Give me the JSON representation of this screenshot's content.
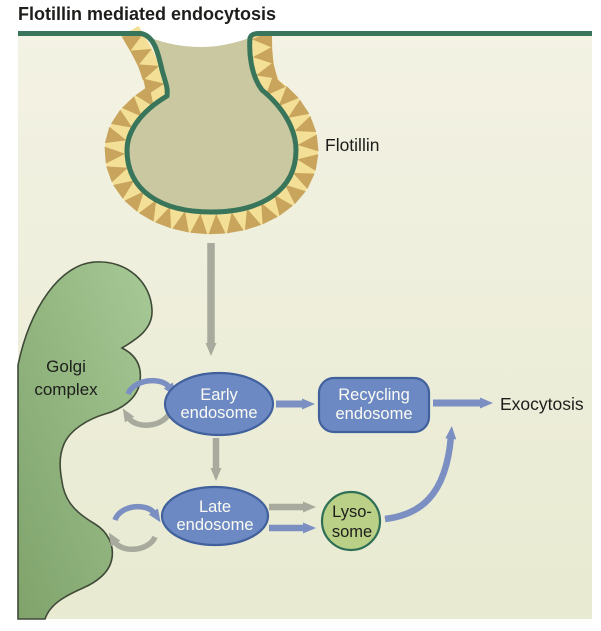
{
  "title": "Flotillin mediated endocytosis",
  "labels": {
    "flotillin": "Flotillin",
    "golgi_lines": [
      "Golgi",
      "complex"
    ],
    "exocytosis": "Exocytosis"
  },
  "nodes": {
    "early_endosome": {
      "lines": [
        "Early",
        "endosome"
      ]
    },
    "recycling_endosome": {
      "lines": [
        "Recycling",
        "endosome"
      ]
    },
    "late_endosome": {
      "lines": [
        "Late",
        "endosome"
      ]
    },
    "lysosome": {
      "lines": [
        "Lyso-",
        "some"
      ]
    }
  },
  "colors": {
    "bg_top": "#f3f2e4",
    "bg_bottom": "#e8ead1",
    "membrane": "#38755b",
    "pit_fill": "#c9c8a0",
    "tri_yellow": "#f3e096",
    "tri_tan": "#c8a45c",
    "golgi_light": "#a7c996",
    "golgi_dark": "#7fa36b",
    "golgi_stroke": "#3f4a38",
    "node_blue": "#6d89c4",
    "node_stroke": "#41619c",
    "lyso_fill": "#bad086",
    "lyso_stroke": "#2e6f56",
    "arrow_gray": "#a8aa9d",
    "arrow_blue": "#7b8fc2",
    "text_dark": "#1d1d1b",
    "text_light": "#fbfbf2"
  }
}
